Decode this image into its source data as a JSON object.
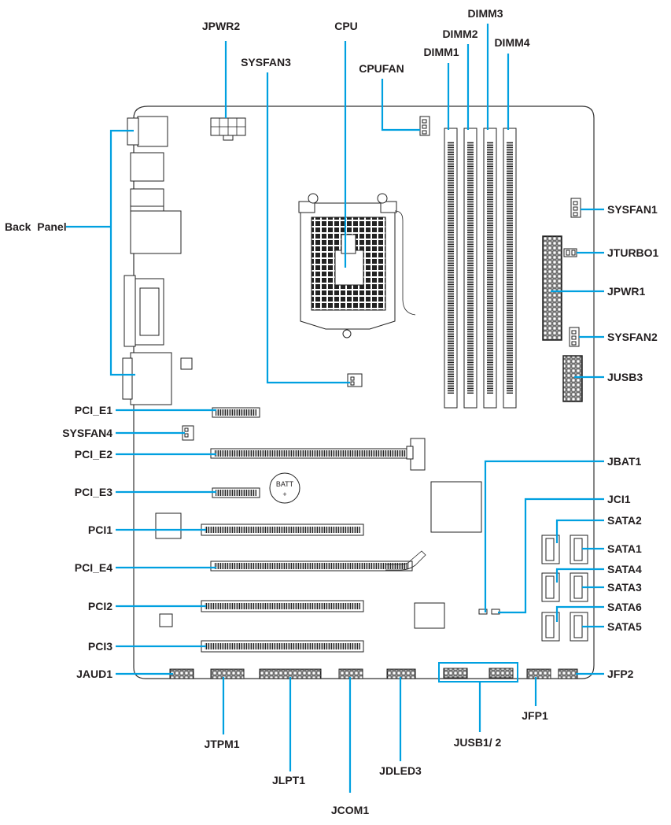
{
  "labels": {
    "jpwr2": "JPWR2",
    "cpu": "CPU",
    "dimm3": "DIMM3",
    "dimm2": "DIMM2",
    "dimm4": "DIMM4",
    "dimm1": "DIMM1",
    "sysfan3": "SYSFAN3",
    "cpufan": "CPUFAN",
    "sysfan1": "SYSFAN1",
    "jturbo1": "JTURBO1",
    "jpwr1": "JPWR1",
    "sysfan2": "SYSFAN2",
    "jusb3": "JUSB3",
    "back_panel": "Back  Panel",
    "pci_e1": "PCI_E1",
    "sysfan4": "SYSFAN4",
    "pci_e2": "PCI_E2",
    "pci_e3": "PCI_E3",
    "pci1": "PCI1",
    "pci_e4": "PCI_E4",
    "pci2": "PCI2",
    "pci3": "PCI3",
    "jaud1": "JAUD1",
    "jbat1": "JBAT1",
    "jci1": "JCI1",
    "sata2": "SATA2",
    "sata1": "SATA1",
    "sata4": "SATA4",
    "sata3": "SATA3",
    "sata6": "SATA6",
    "sata5": "SATA5",
    "jfp2": "JFP2",
    "jtpm1": "JTPM1",
    "jlpt1": "JLPT1",
    "jcom1": "JCOM1",
    "jdled3": "JDLED3",
    "jusb12": "JUSB1/ 2",
    "jfp1": "JFP1",
    "batt": "BATT",
    "batt_plus": "+"
  },
  "colors": {
    "leader": "#00a0e0",
    "ink": "#231f20",
    "component": "#222222"
  }
}
